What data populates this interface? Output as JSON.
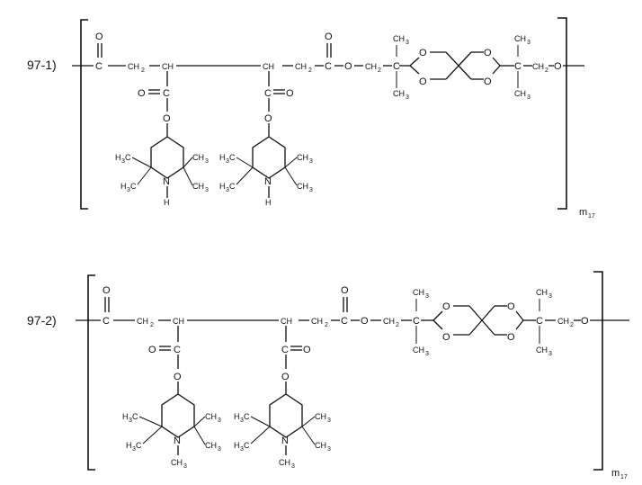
{
  "structures": [
    {
      "label": "97-1)",
      "repeat_subscript": "m17",
      "atoms": {
        "O": "O",
        "C": "C",
        "CH2": "CH2",
        "CH": "CH",
        "CH3": "CH3",
        "H3C": "H3C",
        "N": "N",
        "H": "H"
      }
    },
    {
      "label": "97-2)",
      "repeat_subscript": "m17",
      "atoms": {
        "O": "O",
        "C": "C",
        "CH2": "CH2",
        "CH": "CH",
        "CH3": "CH3",
        "H3C": "H3C",
        "N": "N"
      }
    }
  ]
}
